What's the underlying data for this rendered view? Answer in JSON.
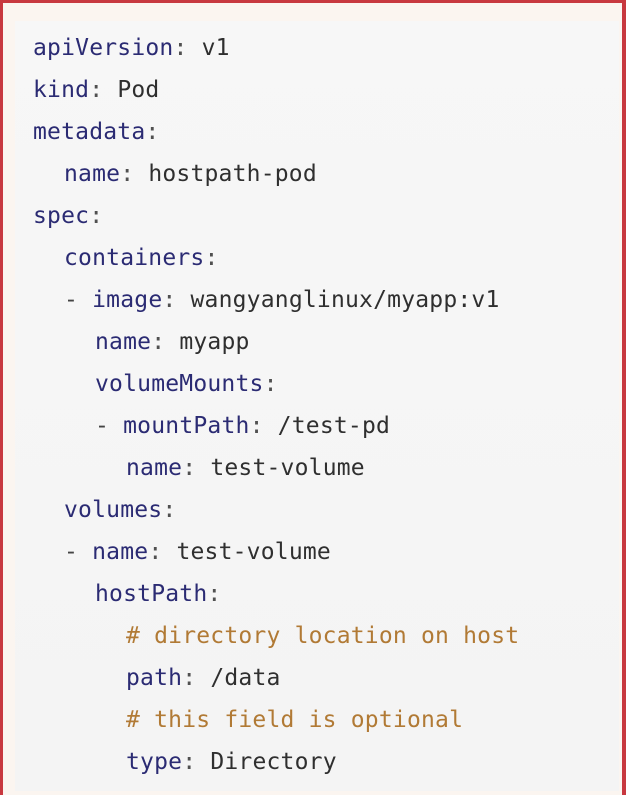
{
  "accent_colors": {
    "border": "#c8383f",
    "key": "#2b2b73",
    "comment": "#b17a35",
    "text": "#2f2f2f",
    "background": "#f6f6f6"
  },
  "code": {
    "lines": [
      {
        "key": "apiVersion",
        "value": "v1"
      },
      {
        "key": "kind",
        "value": "Pod"
      },
      {
        "key": "metadata"
      },
      {
        "key": "name",
        "value": "hostpath-pod"
      },
      {
        "key": "spec"
      },
      {
        "key": "containers"
      },
      {
        "dash": "-",
        "key": "image",
        "value": "wangyanglinux/myapp:v1"
      },
      {
        "key": "name",
        "value": "myapp"
      },
      {
        "key": "volumeMounts"
      },
      {
        "dash": "-",
        "key": "mountPath",
        "value": "/test-pd"
      },
      {
        "key": "name",
        "value": "test-volume"
      },
      {
        "key": "volumes"
      },
      {
        "dash": "-",
        "key": "name",
        "value": "test-volume"
      },
      {
        "key": "hostPath"
      },
      {
        "comment": "# directory location on host"
      },
      {
        "key": "path",
        "value": "/data"
      },
      {
        "comment": "# this field is optional"
      },
      {
        "key": "type",
        "value": "Directory"
      }
    ]
  }
}
